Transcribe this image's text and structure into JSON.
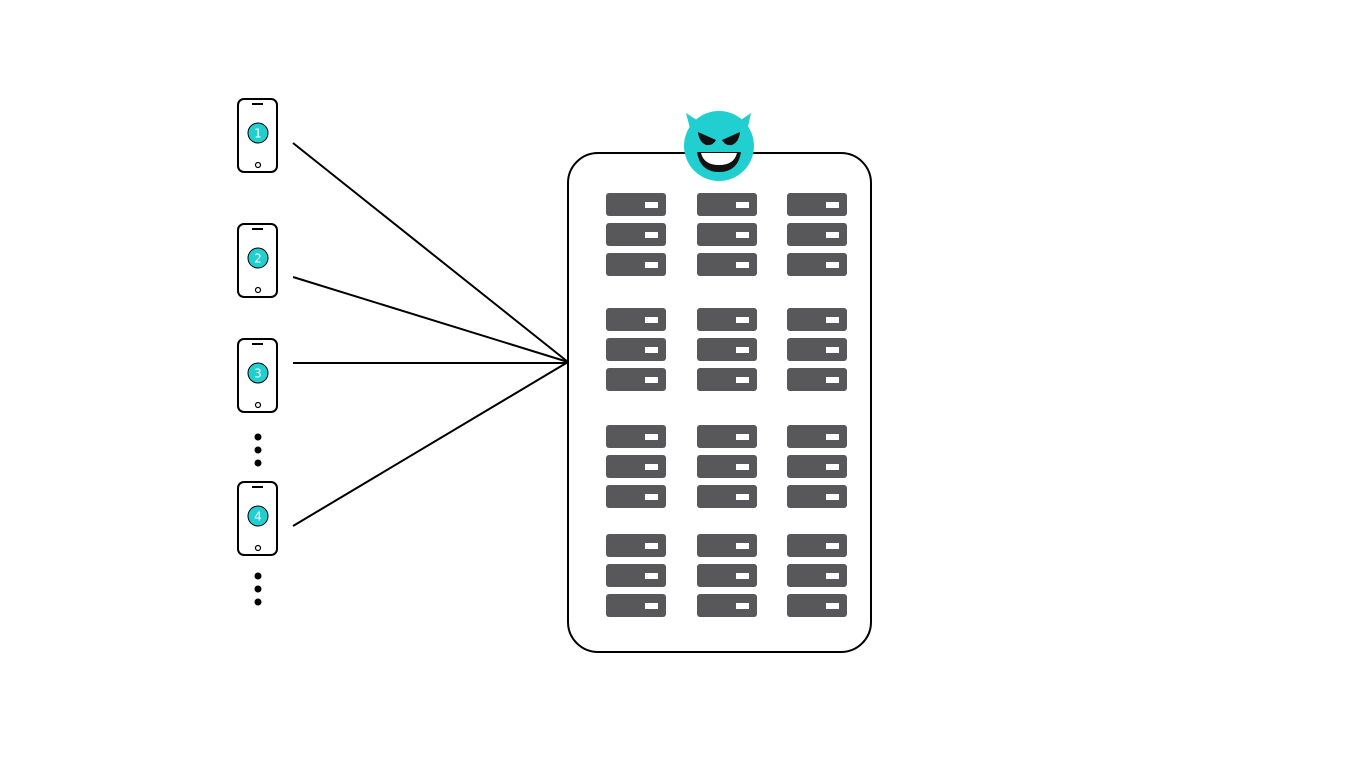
{
  "colors": {
    "accent": "#22cfd0",
    "server": "#58585a",
    "server_slot": "#ffffff",
    "outline": "#000000",
    "background": "#ffffff"
  },
  "devices": [
    {
      "label": "1"
    },
    {
      "label": "2"
    },
    {
      "label": "3"
    },
    {
      "label": "4"
    }
  ],
  "server_room": {
    "groups": 4,
    "columns": 3,
    "units_per_stack": 3
  },
  "attacker_icon": "devil-face-icon"
}
